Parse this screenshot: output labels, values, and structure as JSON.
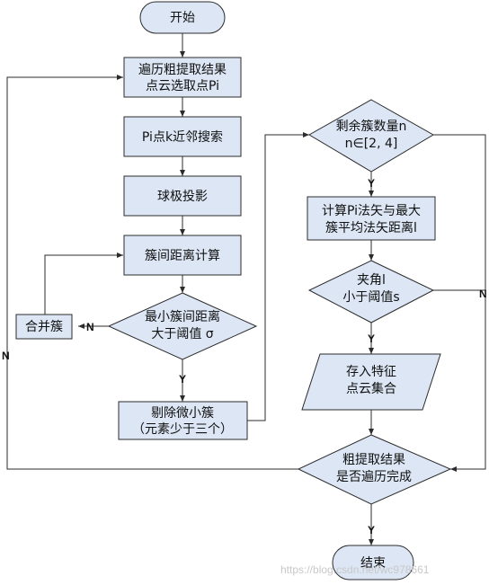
{
  "nodes": {
    "start": "开始",
    "traverse_l1": "遍历粗提取结果",
    "traverse_l2": "点云选取点Pi",
    "knn": "Pi点k近邻搜索",
    "projection": "球极投影",
    "cluster_dist": "簇间距离计算",
    "min_dist_l1": "最小簇间距离",
    "min_dist_l2": "大于阈值 σ",
    "merge": "合并簇",
    "remove_l1": "剔除微小簇",
    "remove_l2": "（元素少于三个）",
    "remaining_l1": "剩余簇数量n",
    "remaining_l2": "n∈[2, 4]",
    "normal_l1": "计算Pi法矢与最大",
    "normal_l2": "簇平均法矢距离l",
    "angle_l1": "夹角l",
    "angle_l2": "小于阈值s",
    "store_l1": "存入特征",
    "store_l2": "点云集合",
    "done_l1": "粗提取结果",
    "done_l2": "是否遍历完成",
    "end": "结束"
  },
  "edge_labels": {
    "merge_n": "N",
    "remove_y": "Y",
    "remaining_y": "Y",
    "angle_y": "Y",
    "angle_n": "N",
    "done_y": "Y",
    "left_n": "N"
  },
  "watermark": "https://blog.csdn.net/wc978661",
  "colors": {
    "fill": "#dce6f4",
    "stroke": "#2b2b2b"
  }
}
